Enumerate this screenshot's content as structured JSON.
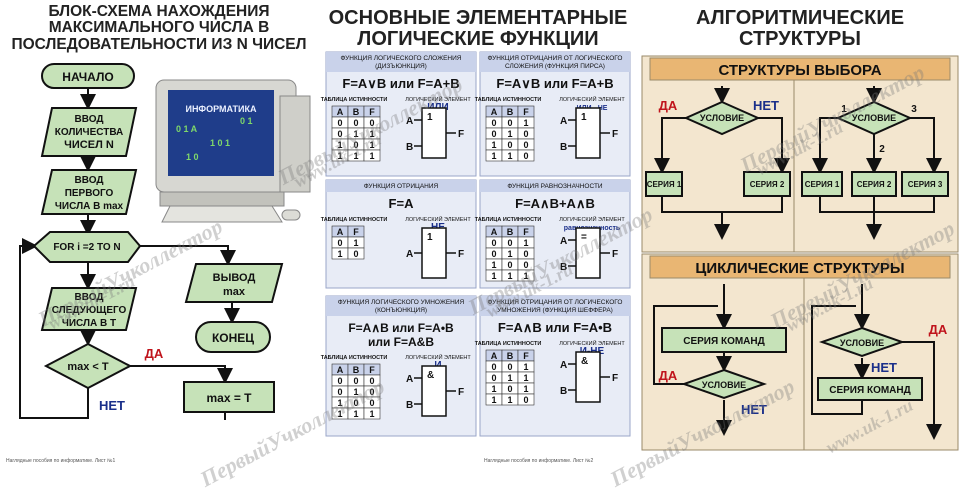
{
  "panel1": {
    "title_line1": "БЛОК-СХЕМА НАХОЖДЕНИЯ",
    "title_line2": "МАКСИМАЛЬНОГО ЧИСЛА В",
    "title_line3": "ПОСЛЕДОВАТЕЛЬНОСТИ ИЗ N ЧИСЕЛ",
    "start": "НАЧАЛО",
    "input_n_1": "ВВОД",
    "input_n_2": "КОЛИЧЕСТВА",
    "input_n_3": "ЧИСЕЛ N",
    "input_first_1": "ВВОД",
    "input_first_2": "ПЕРВОГО",
    "input_first_3": "ЧИСЛА В max",
    "loop": "FOR i =2 TO N",
    "input_next_1": "ВВОД",
    "input_next_2": "СЛЕДУЮЩЕГО",
    "input_next_3": "ЧИСЛА В T",
    "condition": "max < T",
    "yes": "ДА",
    "no": "НЕТ",
    "assign": "max = T",
    "output_1": "ВЫВОД",
    "output_2": "max",
    "end": "КОНЕЦ",
    "monitor_label": "ИНФОРМАТИКА",
    "footer": "Наглядные пособия по информатике. Лист №1"
  },
  "panel2": {
    "title_line1": "ОСНОВНЫЕ ЭЛЕМЕНТАРНЫЕ",
    "title_line2": "ЛОГИЧЕСКИЕ ФУНКЦИИ",
    "table_label": "ТАБЛИЦА ИСТИННОСТИ",
    "element_label": "ЛОГИЧЕСКИЙ ЭЛЕМЕНТ",
    "headers": [
      "A",
      "B",
      "F"
    ],
    "or": {
      "caption": "ФУНКЦИЯ ЛОГИЧЕСКОГО СЛОЖЕНИЯ (ДИЗЪЮНКЦИЯ)",
      "formula": "F=A∨B или F=A+B",
      "element": "ИЛИ",
      "gate": "1",
      "rows": [
        [
          "0",
          "0",
          "0"
        ],
        [
          "0",
          "1",
          "1"
        ],
        [
          "1",
          "0",
          "1"
        ],
        [
          "1",
          "1",
          "1"
        ]
      ]
    },
    "nor": {
      "caption": "ФУНКЦИЯ ОТРИЦАНИЯ ОТ ЛОГИЧЕСКОГО СЛОЖЕНИЯ (ФУНКЦИЯ ПИРСА)",
      "formula": "F=A∨B или F=A+B",
      "element": "ИЛИ - НЕ",
      "gate": "1",
      "rows": [
        [
          "0",
          "0",
          "1"
        ],
        [
          "0",
          "1",
          "0"
        ],
        [
          "1",
          "0",
          "0"
        ],
        [
          "1",
          "1",
          "0"
        ]
      ]
    },
    "not": {
      "caption": "ФУНКЦИЯ ОТРИЦАНИЯ",
      "formula": "F=A",
      "element": "НЕ",
      "gate": "1",
      "headers": [
        "A",
        "F"
      ],
      "rows": [
        [
          "0",
          "1"
        ],
        [
          "1",
          "0"
        ]
      ]
    },
    "eqv": {
      "caption": "ФУНКЦИЯ РАВНОЗНАЧНОСТИ",
      "formula": "F=A∧B+A∧B",
      "element": "равнозначность",
      "gate": "=",
      "rows": [
        [
          "0",
          "0",
          "1"
        ],
        [
          "0",
          "1",
          "0"
        ],
        [
          "1",
          "0",
          "0"
        ],
        [
          "1",
          "1",
          "1"
        ]
      ]
    },
    "and": {
      "caption": "ФУНКЦИЯ ЛОГИЧЕСКОГО УМНОЖЕНИЯ (КОНЪЮНКЦИЯ)",
      "formula1": "F=A∧B или F=A•B",
      "formula2": "или F=A&B",
      "element": "И",
      "gate": "&",
      "rows": [
        [
          "0",
          "0",
          "0"
        ],
        [
          "0",
          "1",
          "0"
        ],
        [
          "1",
          "0",
          "0"
        ],
        [
          "1",
          "1",
          "1"
        ]
      ]
    },
    "nand": {
      "caption": "ФУНКЦИЯ ОТРИЦАНИЯ ОТ ЛОГИЧЕСКОГО УМНОЖЕНИЯ (ФУНКЦИЯ ШЕФФЕРА)",
      "formula": "F=A∧B или F=A•B",
      "element": "И-НЕ",
      "gate": "&",
      "rows": [
        [
          "0",
          "0",
          "1"
        ],
        [
          "0",
          "1",
          "1"
        ],
        [
          "1",
          "0",
          "1"
        ],
        [
          "1",
          "1",
          "0"
        ]
      ]
    },
    "footer": "Наглядные пособия по информатике. Лист №2"
  },
  "panel3": {
    "title_line1": "АЛГОРИТМИЧЕСКИЕ",
    "title_line2": "СТРУКТУРЫ",
    "choice_title": "СТРУКТУРЫ ВЫБОРА",
    "cycle_title": "ЦИКЛИЧЕСКИЕ СТРУКТУРЫ",
    "condition": "УСЛОВИЕ",
    "yes": "ДА",
    "no": "НЕТ",
    "series1": "СЕРИЯ 1",
    "series2": "СЕРИЯ 2",
    "series3": "СЕРИЯ 3",
    "case_1": "1",
    "case_2": "2",
    "case_3": "3",
    "commands": "СЕРИЯ КОМАНД"
  },
  "watermark": {
    "line1": "ПервыйУчколлектор",
    "line2": "www.uk-1.ru"
  },
  "colors": {
    "accent_green": "#c6e2b8",
    "accent_blue": "#1a2f8a",
    "accent_red": "#c0141c",
    "beige": "#f3e6cf",
    "orange_bar": "#e9b673"
  }
}
